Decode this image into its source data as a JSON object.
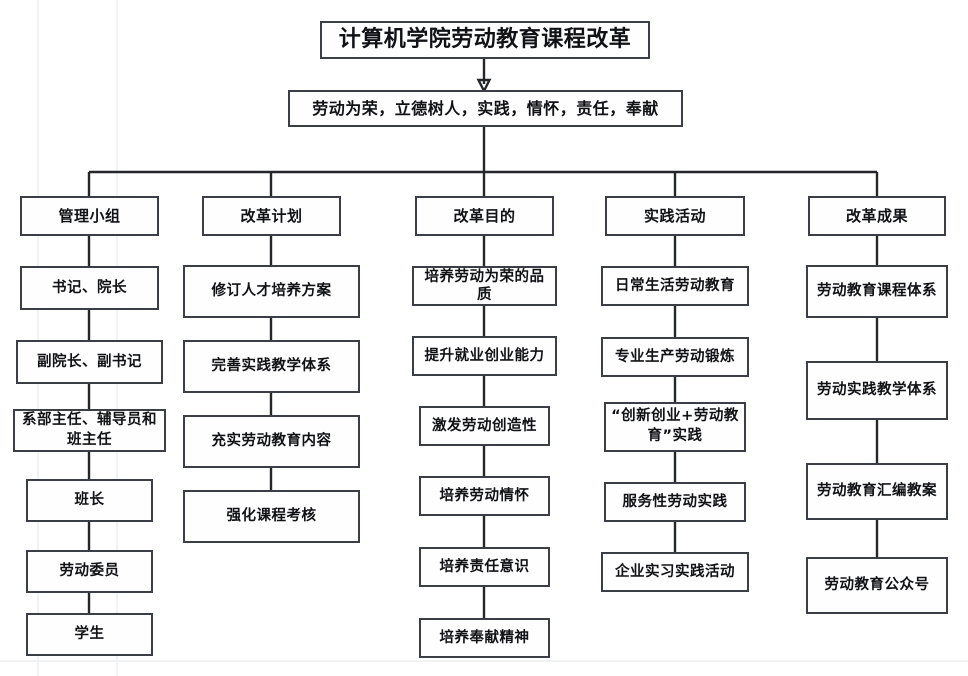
{
  "diagram": {
    "title": "计算机学院劳动教育课程改革",
    "subtitle": "劳动为荣，立德树人，实践，情怀，责任，奉献",
    "type": "organizational-flowchart",
    "orientation": "top-down",
    "border_color": "#3b3f45",
    "line_color": "#24262a",
    "background_color": "#ffffff",
    "columns": [
      {
        "header": "管理小组",
        "items": [
          "书记、院长",
          "副院长、副书记",
          "系部主任、辅导员和班主任",
          "班长",
          "劳动委员",
          "学生"
        ]
      },
      {
        "header": "改革计划",
        "items": [
          "修订人才培养方案",
          "完善实践教学体系",
          "充实劳动教育内容",
          "强化课程考核"
        ]
      },
      {
        "header": "改革目的",
        "items": [
          "培养劳动为荣的品质",
          "提升就业创业能力",
          "激发劳动创造性",
          "培养劳动情怀",
          "培养责任意识",
          "培养奉献精神"
        ]
      },
      {
        "header": "实践活动",
        "items": [
          "日常生活劳动教育",
          "专业生产劳动锻炼",
          "“创新创业+劳动教育”实践",
          "服务性劳动实践",
          "企业实习实践活动"
        ]
      },
      {
        "header": "改革成果",
        "items": [
          "劳动教育课程体系",
          "劳动实践教学体系",
          "劳动教育汇编教案",
          "劳动教育公众号"
        ]
      }
    ]
  }
}
